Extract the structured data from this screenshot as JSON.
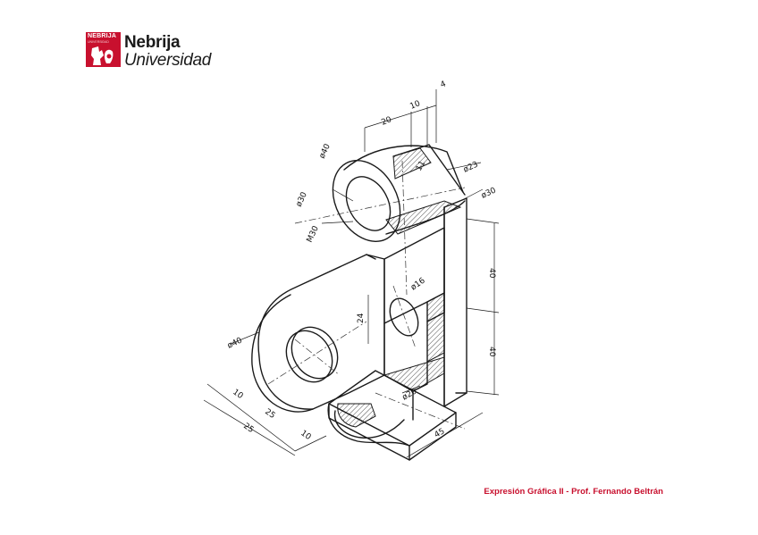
{
  "logo": {
    "badge_word": "NEBRIJA",
    "badge_sub": "UNIVERSIDAD",
    "name": "Nebrija",
    "sub": "Universidad"
  },
  "colors": {
    "brand_red": "#c8102e",
    "ink": "#111111"
  },
  "drawing": {
    "dims": {
      "d40_top": "ø40",
      "d30_left": "ø30",
      "m30": "M30",
      "d23": "ø23",
      "d30_right": "ø30",
      "d16": "ø16",
      "d20": "ø20",
      "d40_left": "ø40",
      "top_20": "20",
      "top_10": "10",
      "top_4": "4",
      "top_11": "11",
      "right_40a": "40",
      "right_40b": "40",
      "mid_24": "24",
      "bottom_10a": "10",
      "bottom_25a": "25",
      "bottom_25b": "25",
      "bottom_10b": "10",
      "bottom_45": "45"
    }
  },
  "footer": {
    "text": "Expresión Gráfica II - Prof. Fernando Beltrán"
  }
}
